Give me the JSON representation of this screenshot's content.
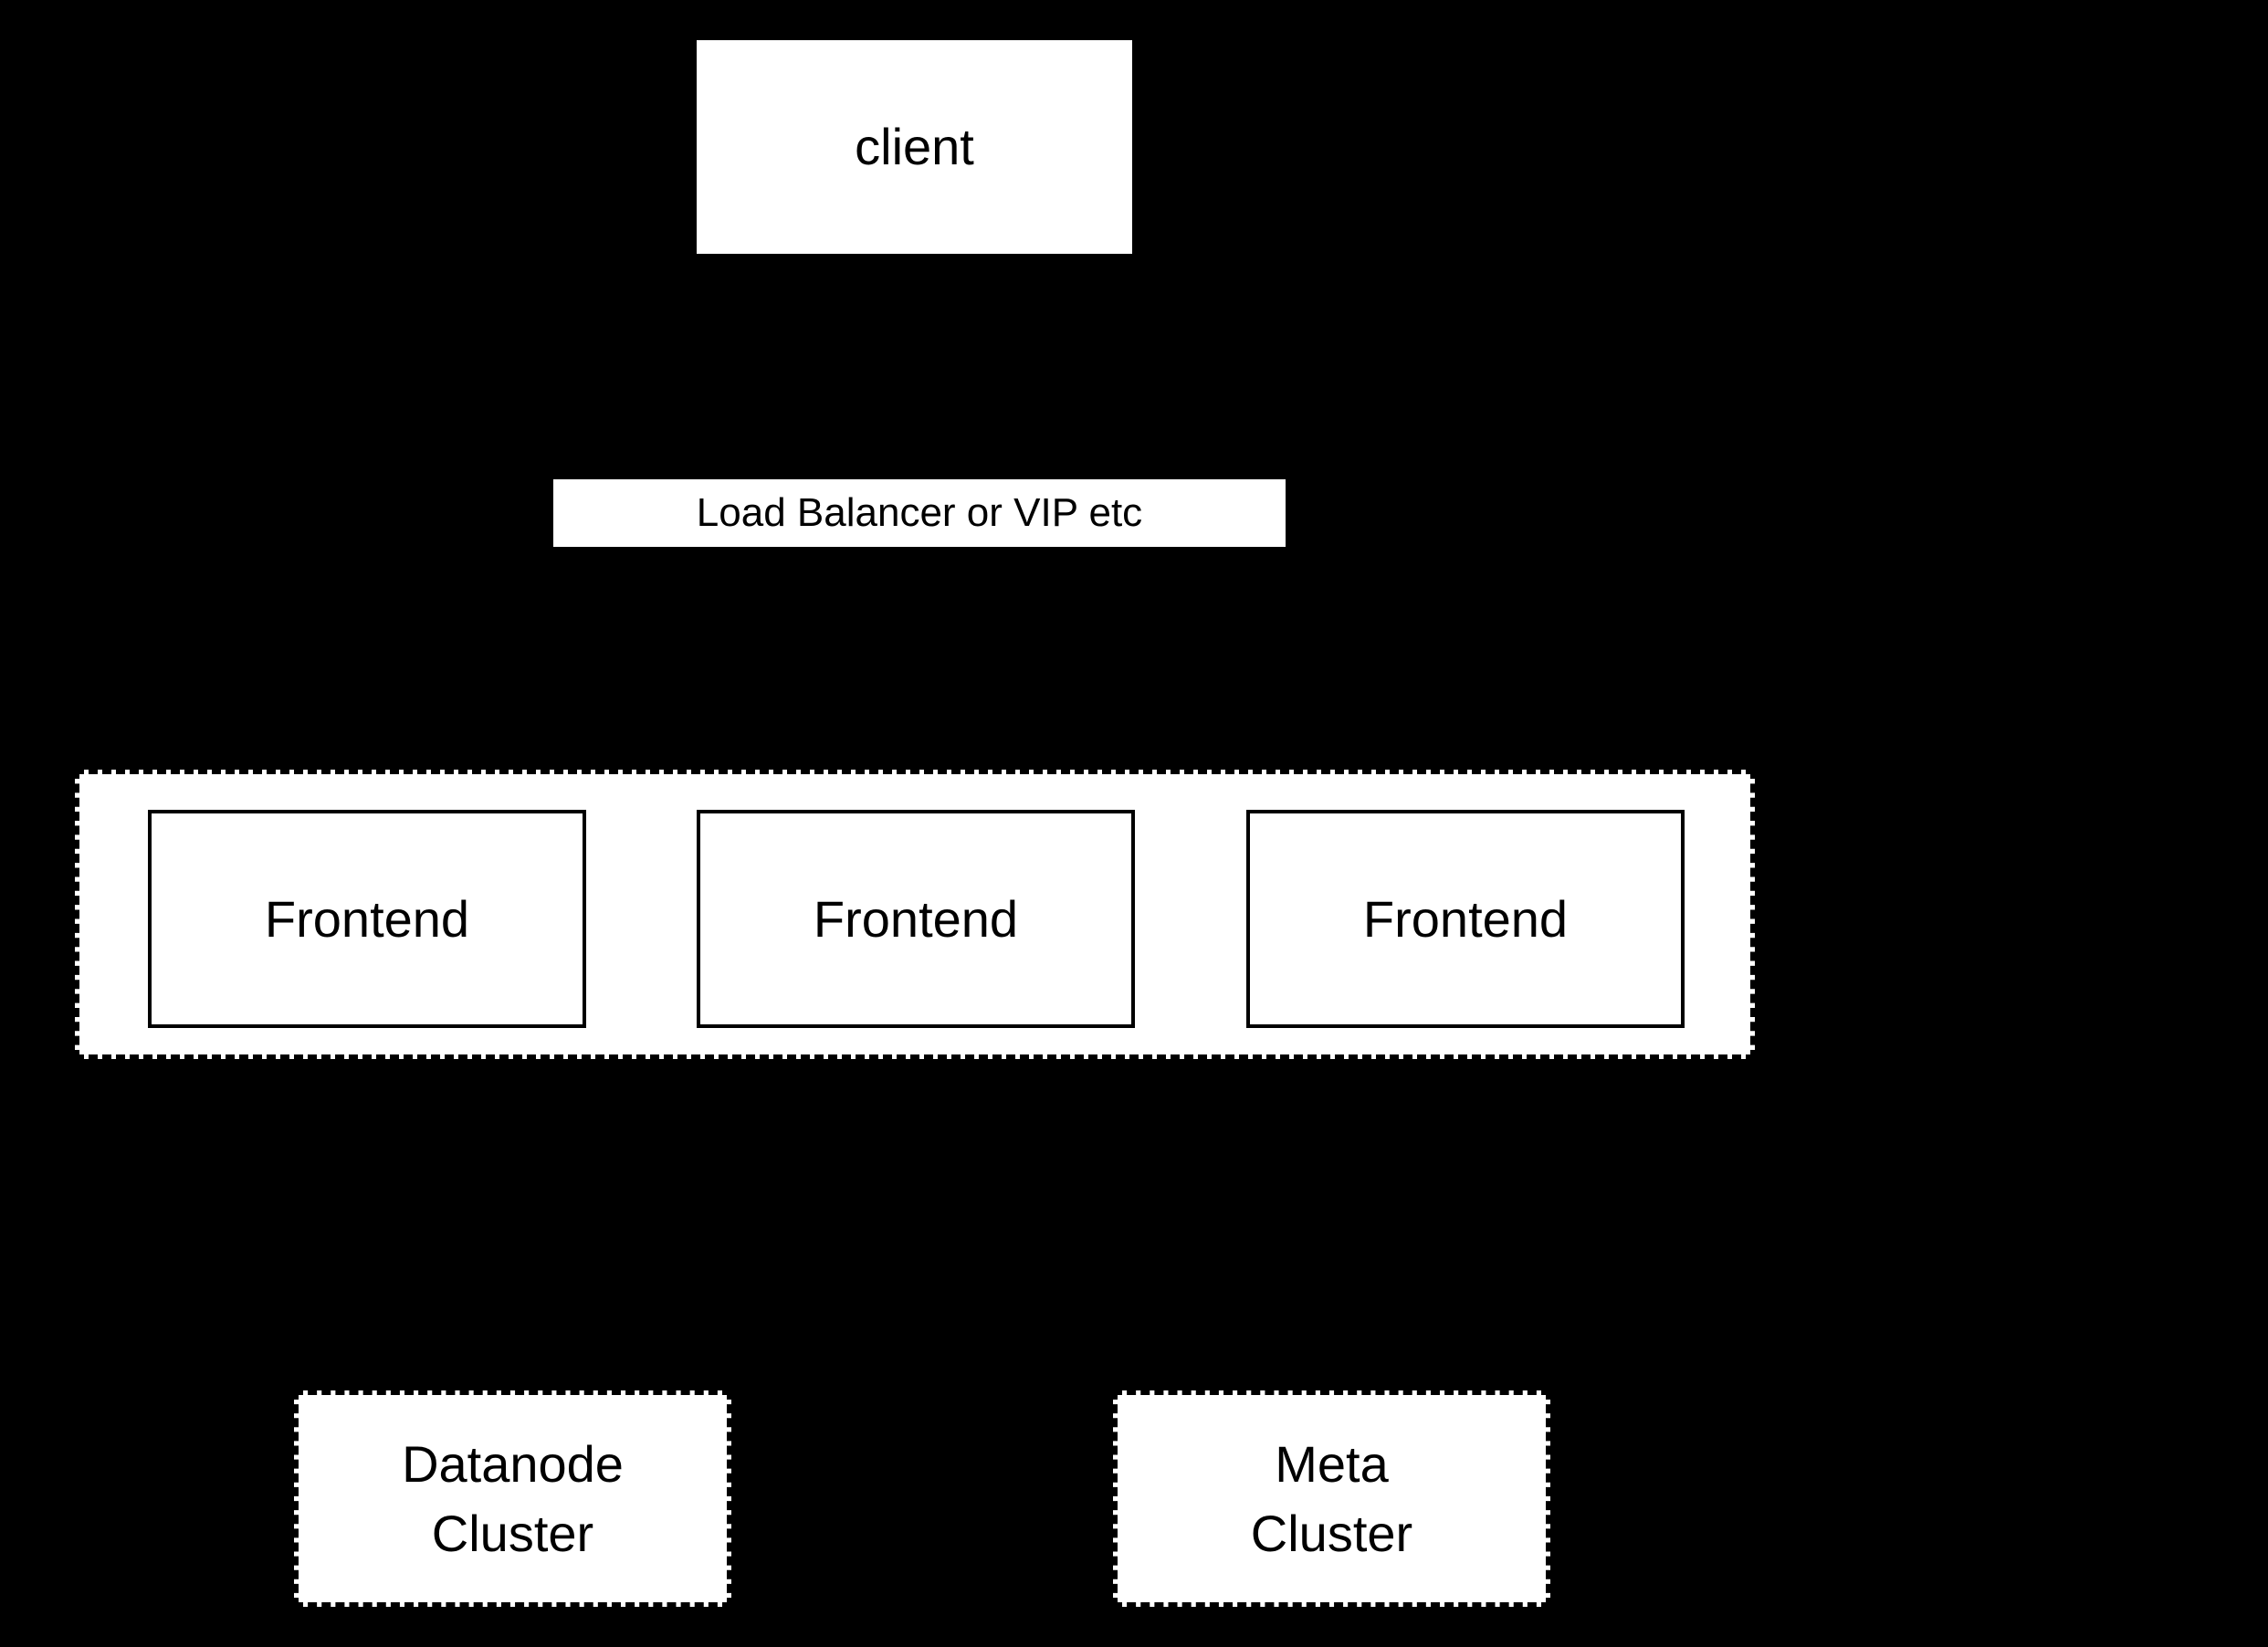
{
  "diagram": {
    "title": "client / load-balancer / frontend architecture diagram",
    "colors": {
      "background": "#000000",
      "node_fill": "#ffffff",
      "node_border": "#000000",
      "text": "#000000"
    },
    "client": {
      "label": "client"
    },
    "load_balancer": {
      "label": "Load Balancer or VIP etc"
    },
    "frontend_group": {
      "border_style": "dashed",
      "nodes": [
        {
          "label": "Frontend"
        },
        {
          "label": "Frontend"
        },
        {
          "label": "Frontend"
        }
      ]
    },
    "clusters": [
      {
        "label_line1": "Datanode",
        "label_line2": "Cluster"
      },
      {
        "label_line1": "Meta",
        "label_line2": "Cluster"
      }
    ]
  }
}
